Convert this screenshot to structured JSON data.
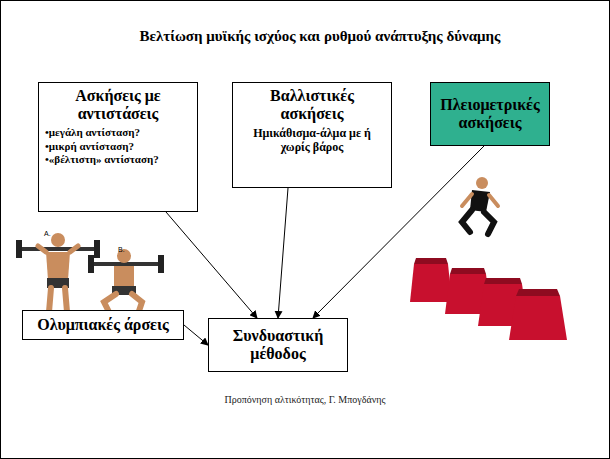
{
  "diagram": {
    "title": "Βελτίωση μυϊκής ισχύος και ρυθμού ανάπτυξης δύναμης",
    "caption": "Προπόνηση αλτικότητας, Γ. Μπογδάνης",
    "nodes": [
      {
        "text": [
          "Ασκήσεις με αντιστάσεις",
          "•μεγάλη αντίσταση?",
          "•μικρή αντίσταση?",
          "•«βέλτιστη» αντίσταση?"
        ]
      },
      {
        "text": [
          "Βαλλιστικές ασκήσεις",
          "Ημικάθισμα-άλμα με ή χωρίς βάρος"
        ]
      },
      {
        "text": [
          "Πλειομετρικές ασκήσεις"
        ]
      },
      {
        "text": [
          "Ολυμπιακές άρσεις"
        ]
      },
      {
        "text": [
          "Συνδυαστική μέθοδος"
        ]
      }
    ],
    "edges": [
      {
        "from": 0,
        "to": 4,
        "arrow": "to"
      },
      {
        "from": 1,
        "to": 4,
        "arrow": "to"
      },
      {
        "from": 2,
        "to": 4,
        "arrow": "to"
      },
      {
        "from": 3,
        "to": 4,
        "arrow": "to"
      }
    ],
    "labels": [
      "A.",
      "B."
    ]
  }
}
